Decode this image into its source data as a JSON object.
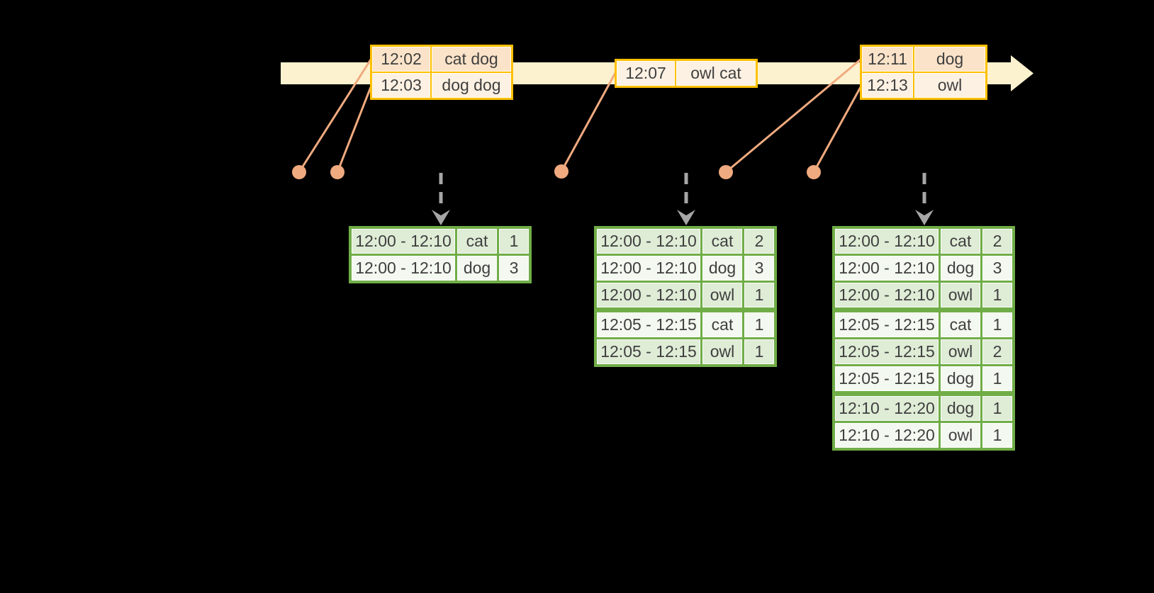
{
  "colors": {
    "background": "#000000",
    "timeline_band": "#fdf2cf",
    "event_table_border": "#ffc000",
    "event_row_peach": "#fbe3c9",
    "event_row_cream": "#fdf1e3",
    "dot_and_line": "#f0aa7f",
    "trigger_arrow_gray": "#a6a6a6",
    "result_table_border": "#70ad47",
    "result_row_green": "#dfecd6",
    "result_row_light": "#f3f8f0",
    "text": "#3f3f3f"
  },
  "timeline": {
    "event_groups": [
      {
        "rows": [
          {
            "time": "12:02",
            "words": "cat dog"
          },
          {
            "time": "12:03",
            "words": "dog dog"
          }
        ]
      },
      {
        "rows": [
          {
            "time": "12:07",
            "words": "owl cat"
          }
        ]
      },
      {
        "rows": [
          {
            "time": "12:11",
            "words": "dog"
          },
          {
            "time": "12:13",
            "words": "owl"
          }
        ]
      }
    ]
  },
  "result_tables": [
    {
      "rows": [
        {
          "window": "12:00 - 12:10",
          "word": "cat",
          "count": "1"
        },
        {
          "window": "12:00 - 12:10",
          "word": "dog",
          "count": "3"
        }
      ]
    },
    {
      "rows": [
        {
          "window": "12:00 - 12:10",
          "word": "cat",
          "count": "2"
        },
        {
          "window": "12:00 - 12:10",
          "word": "dog",
          "count": "3"
        },
        {
          "window": "12:00 - 12:10",
          "word": "owl",
          "count": "1"
        },
        {
          "window": "12:05 - 12:15",
          "word": "cat",
          "count": "1"
        },
        {
          "window": "12:05 - 12:15",
          "word": "owl",
          "count": "1"
        }
      ]
    },
    {
      "rows": [
        {
          "window": "12:00 - 12:10",
          "word": "cat",
          "count": "2"
        },
        {
          "window": "12:00 - 12:10",
          "word": "dog",
          "count": "3"
        },
        {
          "window": "12:00 - 12:10",
          "word": "owl",
          "count": "1"
        },
        {
          "window": "12:05 - 12:15",
          "word": "cat",
          "count": "1"
        },
        {
          "window": "12:05 - 12:15",
          "word": "owl",
          "count": "2"
        },
        {
          "window": "12:05 - 12:15",
          "word": "dog",
          "count": "1"
        },
        {
          "window": "12:10 - 12:20",
          "word": "dog",
          "count": "1"
        },
        {
          "window": "12:10 - 12:20",
          "word": "owl",
          "count": "1"
        }
      ]
    }
  ]
}
